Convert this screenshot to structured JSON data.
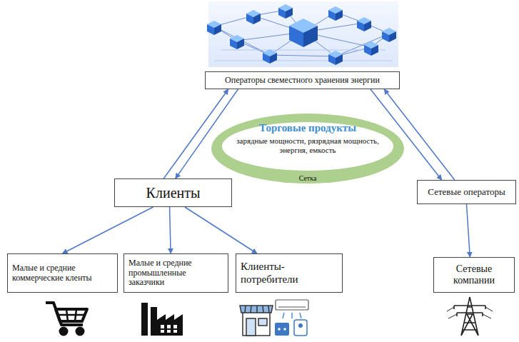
{
  "diagram": {
    "nodes": [
      {
        "text": [
          "Операторы свеместного хранения энергии"
        ]
      },
      {
        "text": [
          "Торговые продукты",
          "зарядные мощности, рязрядная мощность, энергия, емкость",
          "Сетка"
        ]
      },
      {
        "text": [
          "Клиенты"
        ]
      },
      {
        "text": [
          "Сетевые операторы"
        ]
      },
      {
        "text": [
          "Малые и средние коммерческие кленты"
        ]
      },
      {
        "text": [
          "Малые и средние промышленные заказчики"
        ]
      },
      {
        "text": [
          "Клиенты-потребители"
        ]
      },
      {
        "text": [
          "Сетевые компании"
        ]
      }
    ],
    "edges": [
      {
        "from": 2,
        "to": 0,
        "arrow": "to"
      },
      {
        "from": 0,
        "to": 2,
        "arrow": "to"
      },
      {
        "from": 0,
        "to": 3,
        "arrow": "to"
      },
      {
        "from": 3,
        "to": 0,
        "arrow": "to"
      },
      {
        "from": 2,
        "to": 4,
        "arrow": "to"
      },
      {
        "from": 2,
        "to": 5,
        "arrow": "to"
      },
      {
        "from": 2,
        "to": 6,
        "arrow": "to"
      },
      {
        "from": 3,
        "to": 7,
        "arrow": "to"
      }
    ]
  }
}
